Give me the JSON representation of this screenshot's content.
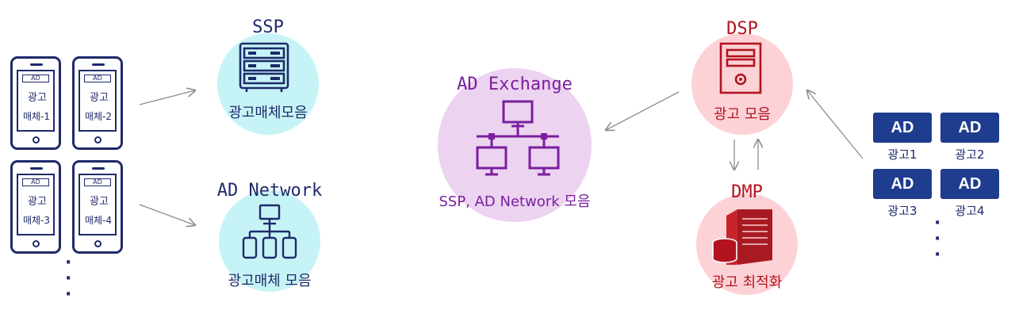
{
  "colors": {
    "navy": "#1f2a6b",
    "ssp_fill": "#c6f4f6",
    "adex_fill": "#ecd3f0",
    "adex_text": "#7a1f9e",
    "dsp_fill": "#fdd2d6",
    "dsp_text": "#b3131f",
    "ad_box": "#1f3d8f",
    "arrow": "#8c8c8c"
  },
  "phones": [
    {
      "banner": "AD",
      "line1": "광고",
      "line2": "매체-1"
    },
    {
      "banner": "AD",
      "line1": "광고",
      "line2": "매체-2"
    },
    {
      "banner": "AD",
      "line1": "광고",
      "line2": "매체-3"
    },
    {
      "banner": "AD",
      "line1": "광고",
      "line2": "매체-4"
    }
  ],
  "ssp": {
    "title": "SSP",
    "caption": "광고매체모음",
    "icon": "server-rack-icon"
  },
  "ad_network": {
    "title": "AD Network",
    "caption": "광고매체 모음",
    "icon": "network-hierarchy-icon"
  },
  "ad_exchange": {
    "title": "AD Exchange",
    "caption": "SSP, AD Network 모음",
    "icon": "network-monitors-icon"
  },
  "dsp": {
    "title": "DSP",
    "caption": "광고 모음",
    "icon": "tower-server-icon"
  },
  "dmp": {
    "title": "DMP",
    "caption": "광고 최적화",
    "icon": "server-database-icon"
  },
  "ads": [
    {
      "box": "AD",
      "label": "광고1"
    },
    {
      "box": "AD",
      "label": "광고2"
    },
    {
      "box": "AD",
      "label": "광고3"
    },
    {
      "box": "AD",
      "label": "광고4"
    }
  ]
}
